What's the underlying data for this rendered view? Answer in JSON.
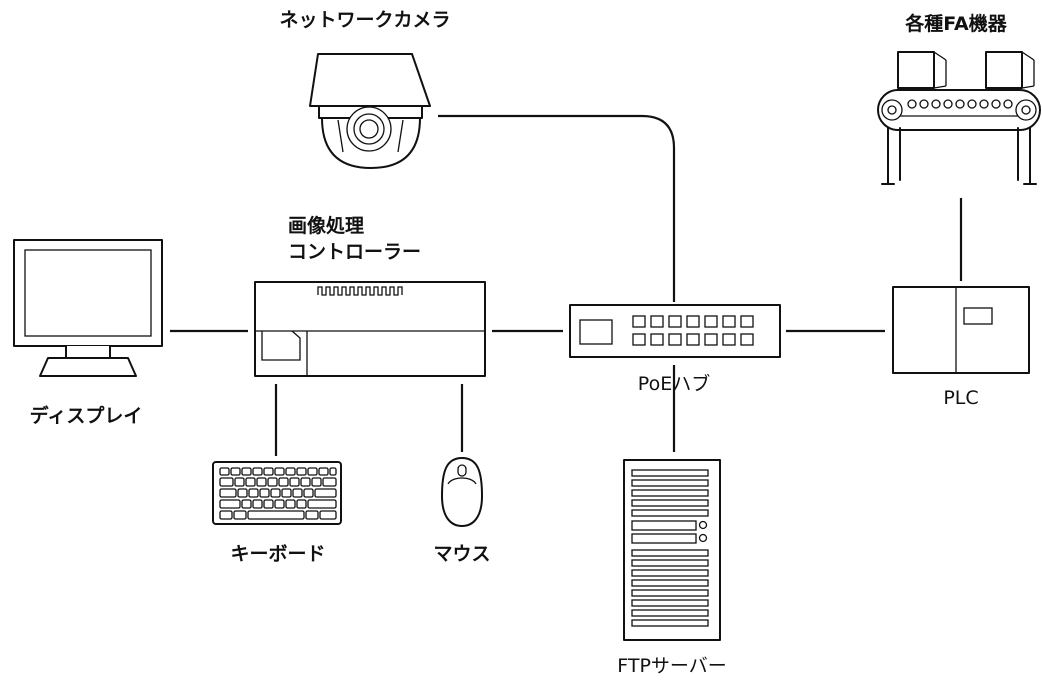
{
  "labels": {
    "camera": "ネットワークカメラ",
    "fa_equipment": "各種FA機器",
    "controller_line1": "画像処理",
    "controller_line2": "コントローラー",
    "display": "ディスプレイ",
    "poe_hub": "PoEハブ",
    "plc": "PLC",
    "keyboard": "キーボード",
    "mouse": "マウス",
    "ftp_server": "FTPサーバー"
  },
  "icons": {
    "camera": "dome-camera-icon",
    "fa_equipment": "conveyor-icon",
    "display": "monitor-icon",
    "controller": "controller-box-icon",
    "poe_hub": "network-switch-icon",
    "plc": "plc-cabinet-icon",
    "keyboard": "keyboard-icon",
    "mouse": "mouse-icon",
    "ftp_server": "server-tower-icon"
  },
  "colors": {
    "stroke": "#111111",
    "background": "#ffffff"
  }
}
